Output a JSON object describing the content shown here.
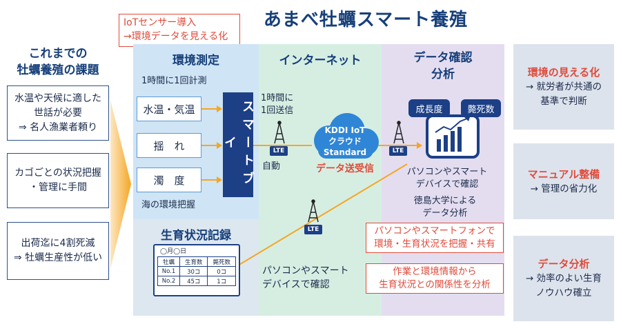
{
  "title": "あまべ牡蠣スマート養殖",
  "iot_note": [
    "IoTセンサー導入",
    "→環境データを見える化"
  ],
  "issues": {
    "heading": [
      "これまでの",
      "牡蠣養殖の課題"
    ],
    "items": [
      [
        "水温や天候に適した",
        "世話が必要",
        "⇒ 名人漁業者頼り"
      ],
      [
        "カゴごとの状況把握",
        "・管理に手間"
      ],
      [
        "出荷迄に4割死滅",
        "⇒ 牡蠣生産性が低い"
      ]
    ]
  },
  "env": {
    "title": "環境測定",
    "interval": "1時間に1回計測",
    "sensors": [
      "水温・気温",
      "揺　れ",
      "濁　度"
    ],
    "buoy": "スマートブイ",
    "sea_label": "海の環境把握"
  },
  "growth": {
    "title": "生育状況記録",
    "card_date": "◯月◯日",
    "table_headers": [
      "牡蠣",
      "生育数",
      "斃死数"
    ],
    "table_rows": [
      [
        "No.1",
        "30コ",
        "0コ"
      ],
      [
        "No.2",
        "45コ",
        "1コ"
      ]
    ]
  },
  "net": {
    "title": "インターネット",
    "interval": [
      "1時間に",
      "1回送信"
    ],
    "auto": "自動",
    "cloud": [
      "KDDI IoT",
      "クラウド",
      "Standard"
    ],
    "transfer": "データ送受信",
    "confirm": [
      "パソコンやスマート",
      "デバイスで確認"
    ],
    "lte": "LTE"
  },
  "data": {
    "title": [
      "データ確認",
      "分析"
    ],
    "tags": [
      "成長度",
      "斃死数"
    ],
    "confirm": [
      "パソコンやスマート",
      "デバイスで確認"
    ],
    "univ": [
      "徳島大学による",
      "データ分析"
    ],
    "notes": [
      [
        "パソコンやスマートフォンで",
        "環境・生育状況を把握・共有"
      ],
      [
        "作業と環境情報から",
        "生育状況との関係性を分析"
      ]
    ]
  },
  "results": [
    {
      "head": "環境の見える化",
      "text": [
        "→ 就労者が共通の",
        "基準で判断"
      ]
    },
    {
      "head": "マニュアル整備",
      "text": [
        "→ 管理の省力化"
      ]
    },
    {
      "head": "データ分析",
      "text": [
        "→ 効率のよい生育",
        "ノウハウ確立"
      ]
    }
  ],
  "colors": {
    "navy": "#1c3f86",
    "accent_red": "#e04a3a",
    "orange": "#f5a623",
    "cloud": "#2f86d6"
  }
}
